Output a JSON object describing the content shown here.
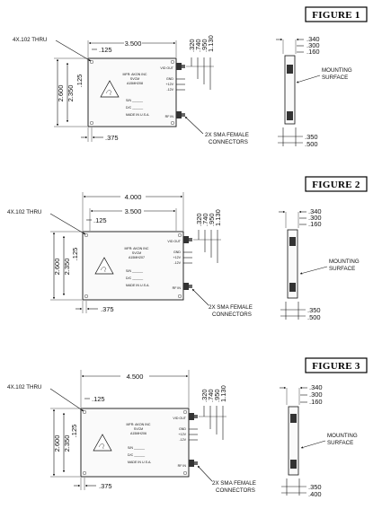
{
  "figures": [
    {
      "title": "FIGURE 1",
      "thru_label": "4X.102 THRU",
      "top_dims": [
        "3.500",
        ".125"
      ],
      "left_dims": [
        "2.600",
        "2.350",
        ".125"
      ],
      "bottom_dim": ".375",
      "right_dims": [
        ".320",
        ".740",
        ".950",
        "1.130"
      ],
      "port_labels": [
        "VID OUT",
        "GND",
        "+12V",
        "-12V"
      ],
      "rf_label": "RF IN",
      "label_lines": [
        "MFR: AKON INC",
        "SVCM",
        "A15MH208",
        "S/N ______",
        "D/C ______",
        "MADE IN U.S.A."
      ],
      "connector_note": [
        "2X SMA FEMALE",
        "CONNECTORS"
      ],
      "side_dims": [
        ".340",
        ".300",
        ".160"
      ],
      "side_bottom_dims": [
        ".350",
        ".500"
      ],
      "mounting_note": [
        "MOUNTING",
        "SURFACE"
      ]
    },
    {
      "title": "FIGURE 2",
      "thru_label": "4X.102 THRU",
      "top_dims": [
        "4.000",
        "3.500",
        ".125"
      ],
      "left_dims": [
        "2.600",
        "2.350",
        ".125"
      ],
      "bottom_dim": ".375",
      "right_dims": [
        ".320",
        ".740",
        ".950",
        "1.130"
      ],
      "port_labels": [
        "VID OUT",
        "GND",
        "+12V",
        "-12V"
      ],
      "rf_label": "RF IN",
      "label_lines": [
        "MFR: AKON INC",
        "SVCM",
        "A15MH207",
        "S/N ______",
        "D/C ______",
        "MADE IN U.S.A."
      ],
      "connector_note": [
        "2X SMA FEMALE",
        "CONNECTORS"
      ],
      "side_dims": [
        ".340",
        ".300",
        ".160"
      ],
      "side_bottom_dims": [
        ".350",
        ".500"
      ],
      "mounting_note": [
        "MOUNTING",
        "SURFACE"
      ]
    },
    {
      "title": "FIGURE 3",
      "thru_label": "4X.102 THRU",
      "top_dims": [
        "4.500",
        ".125"
      ],
      "left_dims": [
        "2.600",
        "2.350",
        ".125"
      ],
      "bottom_dim": ".375",
      "right_dims": [
        ".320",
        ".740",
        ".950",
        "1.130"
      ],
      "port_labels": [
        "VID OUT",
        "GND",
        "+12V",
        "-12V"
      ],
      "rf_label": "RF IN",
      "label_lines": [
        "MFR: AKON INC",
        "SVCM",
        "A15MH206",
        "S/N ______",
        "D/C ______",
        "MADE IN U.S.A."
      ],
      "connector_note": [
        "2X SMA FEMALE",
        "CONNECTORS"
      ],
      "side_dims": [
        ".340",
        ".300",
        ".160"
      ],
      "side_bottom_dims": [
        ".350",
        ".400"
      ],
      "mounting_note": [
        "MOUNTING",
        "SURFACE"
      ]
    }
  ]
}
